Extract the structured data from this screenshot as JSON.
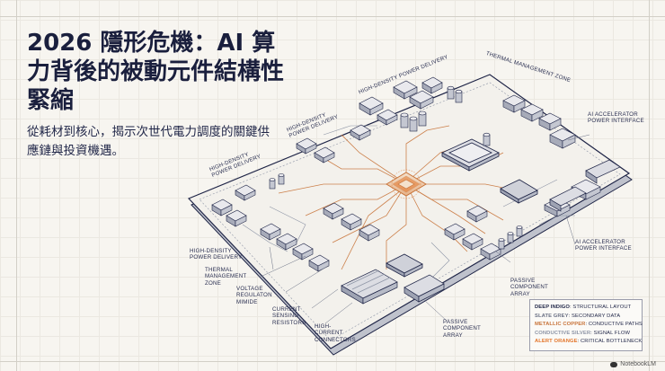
{
  "title": "2026 隱形危機：AI 算力背後的被動元件結構性緊縮",
  "subtitle": "從耗材到核心，揭示次世代電力調度的關鍵供應鏈與投資機遇。",
  "labels": {
    "hdpd_top": "HIGH-DENSITY POWER DELIVERY",
    "thermal_top": "THERMAL MANAGEMENT ZONE",
    "hdpd_mid": "HIGH-DENSITY POWER DELIVERY",
    "hdpd_left": "HIGH-DENSITY POWER DELIVERY",
    "ai_accel_top": "AI ACCELERATOR POWER INTERFACE",
    "ai_accel_right": "AI ACCELERATOR POWER INTERFACE",
    "hdpd_lower": "HIGH-DENSITY POWER DELIVERY",
    "thermal_lower": "THERMAL MANAGEMENT ZONE",
    "voltage": "VOLTAGE REGULATON MIMIDE",
    "current_sensing": "CURRENT SENSING RESISTORS",
    "connectors": "HIGH-CURRENT CONNECTORS",
    "passive_bottom": "PASSIVE COMPONENT ARRAY",
    "passive_right": "PASSIVE COMPONENT ARRAY"
  },
  "legend": {
    "items": [
      {
        "key": "DEEP INDIGO",
        "desc": "STRUCTURAL LAYOUT",
        "color": "#1f2547"
      },
      {
        "key": "SLATE GREY",
        "desc": "SECONDARY DATA",
        "color": "#6b7185"
      },
      {
        "key": "METALLIC COPPER",
        "desc": "CONDUCTIVE PATHS",
        "color": "#c8743a"
      },
      {
        "key": "CONDUCTIVE SILVER",
        "desc": "SIGNAL FLOW",
        "color": "#8e95a6"
      },
      {
        "key": "ALERT ORANGE",
        "desc": "CRITICAL BOTTLENECK",
        "color": "#e3752a"
      }
    ]
  },
  "brand": "NotebookLM",
  "colors": {
    "indigo": "#1f2547",
    "copper": "#c8743a",
    "orange": "#e3752a",
    "board": "#f3f1ec",
    "background": "#f7f5f0"
  }
}
